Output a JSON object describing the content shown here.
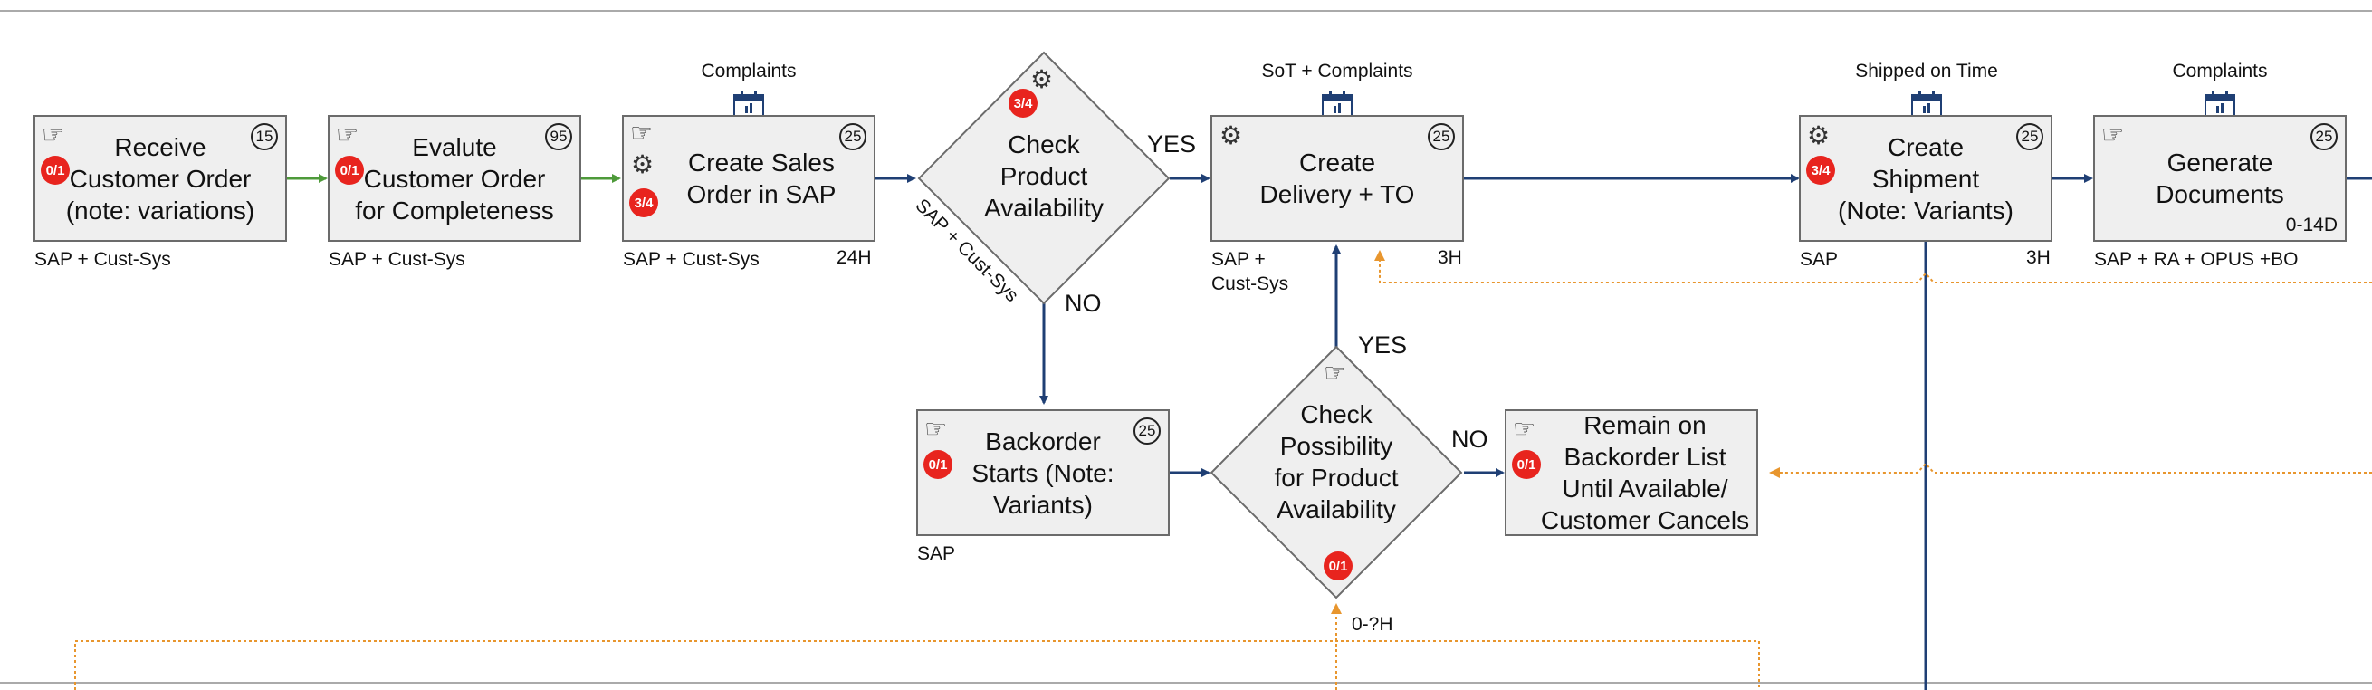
{
  "nodes": {
    "receive": {
      "text": "Receive\nCustomer Order\n(note: variations)",
      "system": "SAP + Cust-Sys",
      "cycle": "15",
      "badge": "0/1"
    },
    "evaluate": {
      "text": "Evalute\nCustomer Order\nfor Completeness",
      "system": "SAP + Cust-Sys",
      "cycle": "95",
      "badge": "0/1"
    },
    "create_sales": {
      "text": "Create Sales\nOrder in SAP",
      "system": "SAP + Cust-Sys",
      "duration": "24H",
      "cycle": "25",
      "badge": "3/4",
      "kpi": "Complaints"
    },
    "check_avail": {
      "text": "Check\nProduct\nAvailability",
      "system": "SAP + Cust-Sys",
      "badge": "3/4"
    },
    "create_delivery": {
      "text": "Create\nDelivery + TO",
      "system": "SAP +\nCust-Sys",
      "duration": "3H",
      "cycle": "25",
      "kpi": "SoT + Complaints"
    },
    "create_shipment": {
      "text": "Create\nShipment\n(Note: Variants)",
      "system": "SAP",
      "duration": "3H",
      "cycle": "25",
      "badge": "3/4",
      "kpi": "Shipped on Time"
    },
    "generate_docs": {
      "text": "Generate\nDocuments",
      "system": "SAP + RA + OPUS +BO",
      "duration": "0-14D",
      "cycle": "25",
      "kpi": "Complaints"
    },
    "backorder": {
      "text": "Backorder\nStarts (Note:\nVariants)",
      "system": "SAP",
      "cycle": "25",
      "badge": "0/1"
    },
    "check_possibility": {
      "text": "Check\nPossibility\nfor Product\nAvailability",
      "duration": "0-?H",
      "badge": "0/1"
    },
    "remain": {
      "text": "Remain on\nBackorder List\nUntil Available/\nCustomer Cancels",
      "badge": "0/1"
    }
  },
  "labels": {
    "yes1": "YES",
    "no1": "NO",
    "yes2": "YES",
    "no2": "NO"
  },
  "colors": {
    "flow_blue": "#1f3f74",
    "start_green": "#4e9a3a",
    "feedback_orange": "#e8962e",
    "badge_red": "#e8241e",
    "box_fill": "#efefef"
  }
}
